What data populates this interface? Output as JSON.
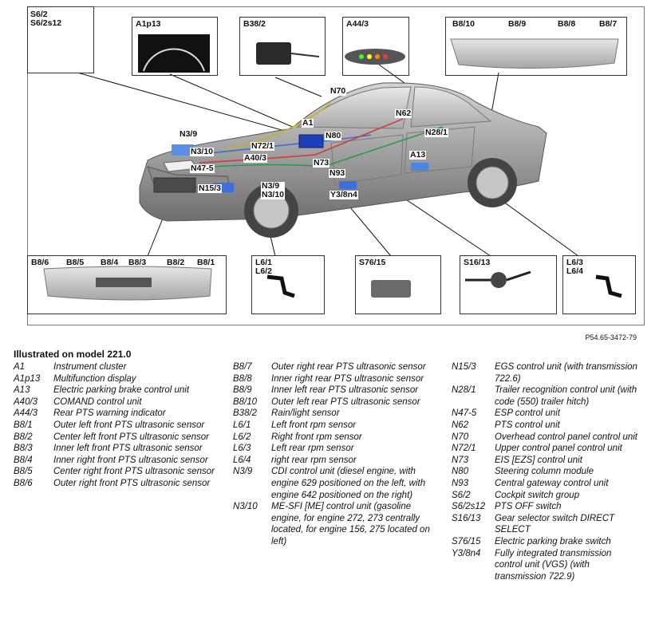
{
  "figure": {
    "callouts": {
      "s6": "S6/2\nS6/2s12",
      "a1p13": "A1p13",
      "b38": "B38/2",
      "a44": "A44/3",
      "b8_10": "B8/10",
      "b8_9": "B8/9",
      "b8_8": "B8/8",
      "b8_7": "B8/7",
      "b8_6": "B8/6",
      "b8_5": "B8/5",
      "b8_4": "B8/4",
      "b8_3": "B8/3",
      "b8_2": "B8/2",
      "b8_1": "B8/1",
      "l61": "L6/1\nL6/2",
      "s76": "S76/15",
      "s16": "S16/13",
      "l63": "L6/3\nL6/4",
      "n70": "N70",
      "a1": "A1",
      "n62": "N62",
      "n28": "N28/1",
      "n39": "N3/9",
      "n310": "N3/10",
      "n721": "N72/1",
      "n80": "N80",
      "n475": "N47-5",
      "a403": "A40/3",
      "n73": "N73",
      "a13": "A13",
      "n153": "N15/3",
      "n39b": "N3/9\nN3/10",
      "n93": "N93",
      "y38": "Y3/8n4"
    },
    "figure_ref": "P54.65-3472-79"
  },
  "legend": {
    "title": "Illustrated on model 221.0",
    "col1": [
      {
        "code": "A1",
        "desc": "Instrument cluster"
      },
      {
        "code": "A1p13",
        "desc": "Multifunction display"
      },
      {
        "code": "A13",
        "desc": "Electric parking brake control unit"
      },
      {
        "code": "A40/3",
        "desc": "COMAND control unit"
      },
      {
        "code": "A44/3",
        "desc": "Rear PTS warning indicator"
      },
      {
        "code": "B8/1",
        "desc": "Outer left front PTS ultrasonic sensor"
      },
      {
        "code": "B8/2",
        "desc": "Center left front PTS ultrasonic sensor"
      },
      {
        "code": "B8/3",
        "desc": "Inner left front PTS ultrasonic sensor"
      },
      {
        "code": "B8/4",
        "desc": "Inner right front PTS ultrasonic sensor"
      },
      {
        "code": "B8/5",
        "desc": "Center right front PTS ultrasonic sensor"
      },
      {
        "code": "B8/6",
        "desc": "Outer right front PTS ultrasonic sensor"
      }
    ],
    "col2": [
      {
        "code": "B8/7",
        "desc": "Outer right rear PTS ultrasonic sensor"
      },
      {
        "code": "B8/8",
        "desc": "Inner right rear PTS ultrasonic sensor"
      },
      {
        "code": "B8/9",
        "desc": "Inner left rear PTS ultrasonic sensor"
      },
      {
        "code": "B8/10",
        "desc": "Outer left rear PTS ultrasonic sensor"
      },
      {
        "code": "B38/2",
        "desc": "Rain/light sensor"
      },
      {
        "code": "L6/1",
        "desc": "Left front rpm sensor"
      },
      {
        "code": "L6/2",
        "desc": "Right front rpm sensor"
      },
      {
        "code": "L6/3",
        "desc": "Left rear rpm sensor"
      },
      {
        "code": "L6/4",
        "desc": "right rear rpm sensor"
      },
      {
        "code": "N3/9",
        "desc": "CDI control unit (diesel engine, with engine 629 positioned on the left, with engine 642 positioned on the right)"
      },
      {
        "code": "N3/10",
        "desc": "ME-SFI [ME] control unit (gasoline engine, for engine 272, 273 centrally located, for engine 156, 275 located on left)"
      }
    ],
    "col3": [
      {
        "code": "N15/3",
        "desc": "EGS control unit (with transmission 722.6)"
      },
      {
        "code": "N28/1",
        "desc": "Trailer recognition control unit (with code (550) trailer hitch)"
      },
      {
        "code": "N47-5",
        "desc": "ESP control unit"
      },
      {
        "code": "N62",
        "desc": "PTS control unit"
      },
      {
        "code": "N70",
        "desc": "Overhead control panel control unit"
      },
      {
        "code": "N72/1",
        "desc": "Upper control panel control unit"
      },
      {
        "code": "N73",
        "desc": "EIS [EZS] control unit"
      },
      {
        "code": "N80",
        "desc": "Steering column module"
      },
      {
        "code": "N93",
        "desc": "Central gateway control unit"
      },
      {
        "code": "S6/2",
        "desc": "Cockpit switch group"
      },
      {
        "code": "S6/2s12",
        "desc": "PTS OFF switch"
      },
      {
        "code": "S16/13",
        "desc": "Gear selector switch DIRECT SELECT"
      },
      {
        "code": "S76/15",
        "desc": "Electric parking brake switch"
      },
      {
        "code": "Y3/8n4",
        "desc": "Fully integrated transmission control unit (VGS) (with transmission 722.9)"
      }
    ]
  }
}
